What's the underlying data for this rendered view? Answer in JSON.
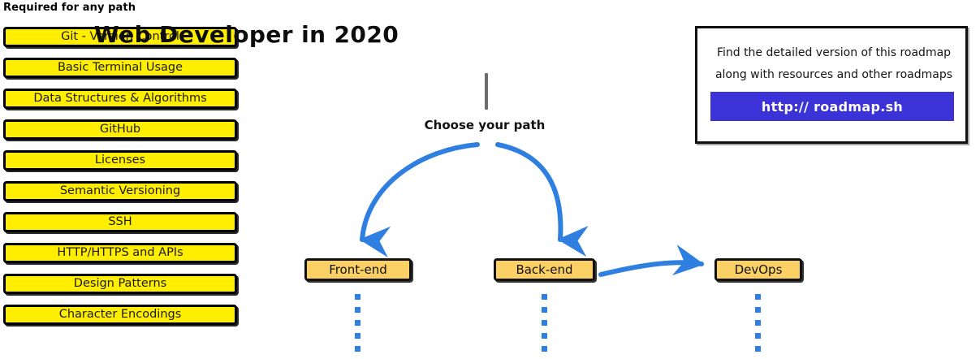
{
  "diagram": {
    "title": "Web Developer in 2020",
    "choose_label": "Choose your path"
  },
  "required_section": {
    "header": "Required for any path",
    "items": [
      {
        "label": "Git - Version Control"
      },
      {
        "label": "Basic Terminal Usage"
      },
      {
        "label": "Data Structures & Algorithms"
      },
      {
        "label": "GitHub"
      },
      {
        "label": "Licenses"
      },
      {
        "label": "Semantic Versioning"
      },
      {
        "label": "SSH"
      },
      {
        "label": "HTTP/HTTPS and APIs"
      },
      {
        "label": "Design Patterns"
      },
      {
        "label": "Character Encodings"
      }
    ]
  },
  "paths": [
    {
      "label": "Front-end"
    },
    {
      "label": "Back-end"
    },
    {
      "label": "DevOps"
    }
  ],
  "info_card": {
    "line1": "Find the detailed version of this roadmap",
    "line2": "along with resources and other roadmaps",
    "button_label": "http:// roadmap.sh"
  },
  "colors": {
    "required_box_fill": "#ffee00",
    "path_box_fill": "#fbd065",
    "arrow_blue": "#2f7fe0",
    "button_blue": "#3b32d8",
    "outline_black": "#111111",
    "stem_gray": "#6b6b6b"
  }
}
